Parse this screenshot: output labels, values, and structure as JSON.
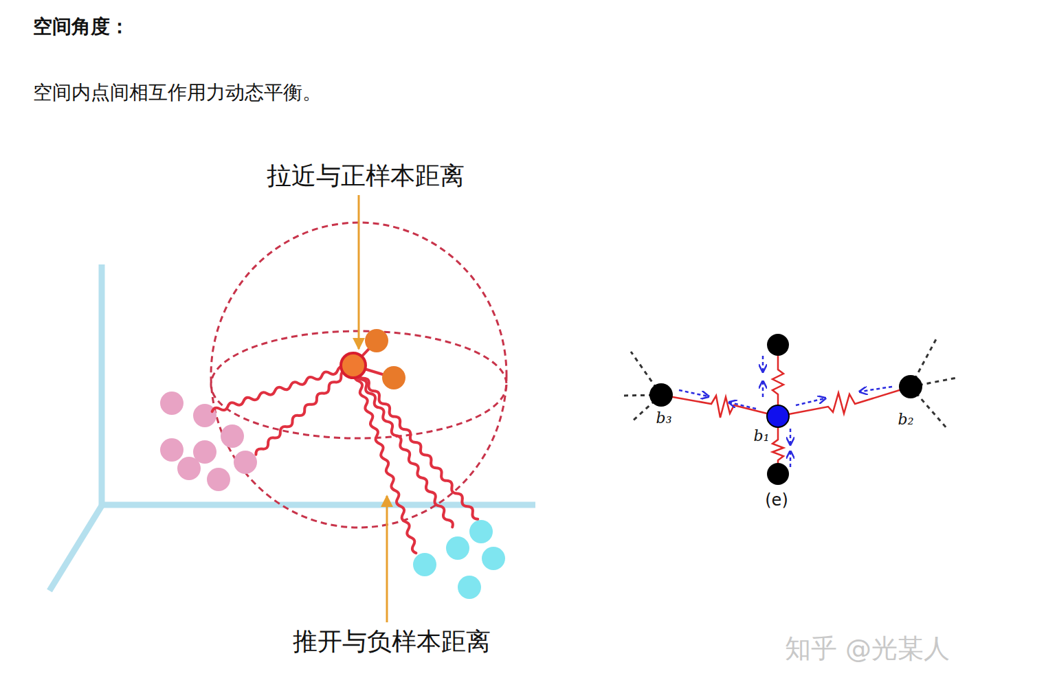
{
  "diagram": {
    "title": "空间角度：",
    "labels": [
      "空间内点间相互作用力动态平衡。",
      "拉近与正样本距离",
      "推开与负样本距离",
      "b₃",
      "b₁",
      "b₂",
      "(e)",
      "知乎 @光某人"
    ]
  }
}
